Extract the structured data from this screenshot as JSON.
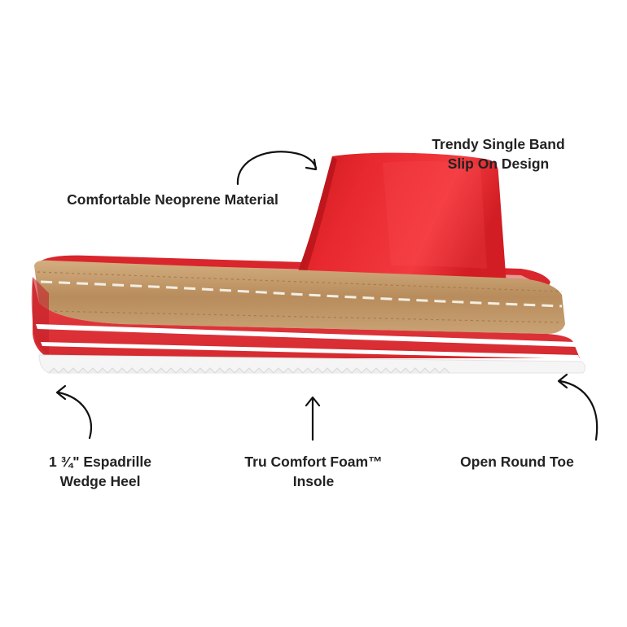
{
  "callouts": {
    "band": {
      "line1": "Trendy Single Band",
      "line2": "Slip On Design"
    },
    "neoprene": {
      "line1": "Comfortable Neoprene Material"
    },
    "wedge": {
      "line1": "1 ¾\" Espadrille",
      "line2": "Wedge Heel"
    },
    "foam": {
      "line1": "Tru Comfort Foam™",
      "line2": "Insole"
    },
    "toe": {
      "line1": "Open Round Toe"
    }
  },
  "colors": {
    "upper": "#e3262b",
    "sole": "#e1353a",
    "jute": "#c39a6b",
    "outsole": "#f5f5f5",
    "text": "#222222"
  }
}
